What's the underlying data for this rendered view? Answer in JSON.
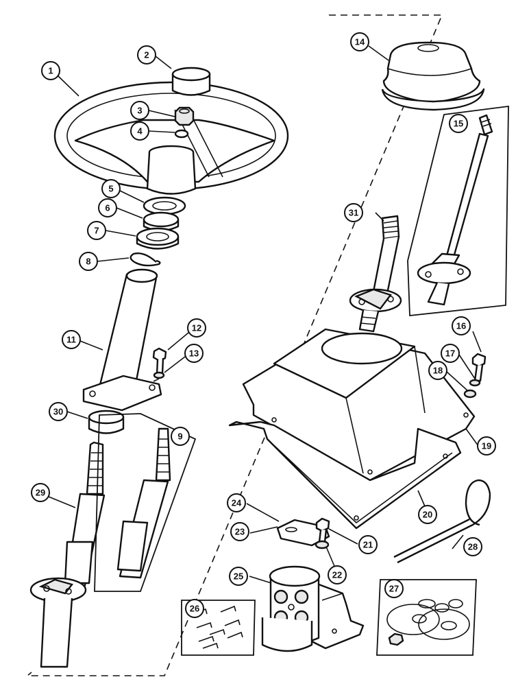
{
  "callouts": {
    "c1": "1",
    "c2": "2",
    "c3": "3",
    "c4": "4",
    "c5": "5",
    "c6": "6",
    "c7": "7",
    "c8": "8",
    "c9": "9",
    "c11": "11",
    "c12": "12",
    "c13": "13",
    "c14": "14",
    "c15": "15",
    "c16": "16",
    "c17": "17",
    "c18": "18",
    "c19": "19",
    "c20": "20",
    "c21": "21",
    "c22": "22",
    "c23": "23",
    "c24": "24",
    "c25": "25",
    "c26": "26",
    "c27": "27",
    "c28": "28",
    "c29": "29",
    "c30": "30",
    "c31": "31"
  }
}
